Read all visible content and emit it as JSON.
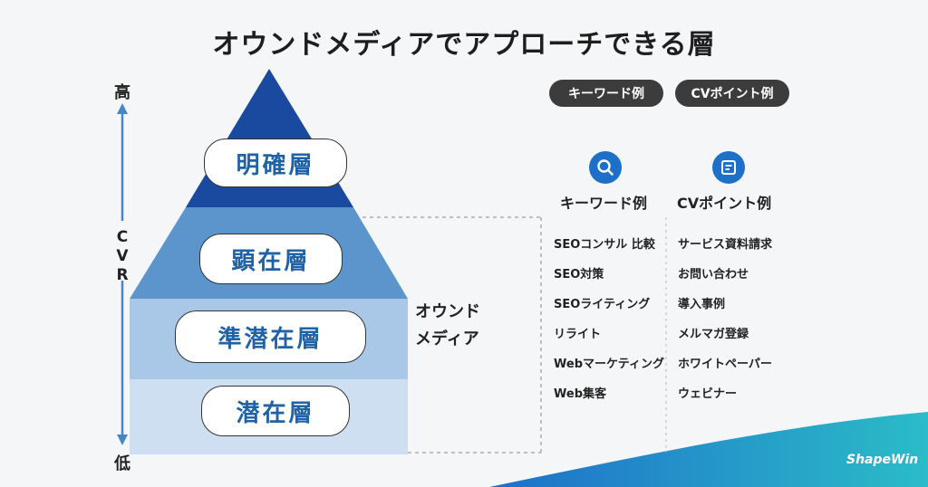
{
  "title": "オウンドメディアでアプローチできる層",
  "legend": {
    "keyword_pill": "キーワード例",
    "cv_pill": "CVポイント例"
  },
  "axis": {
    "top": "高",
    "bottom": "低",
    "label": "CVR"
  },
  "layers": [
    {
      "label": "明確層",
      "color": "#1a4aa0"
    },
    {
      "label": "顕在層",
      "color": "#5c95cc"
    },
    {
      "label": "準潜在層",
      "color": "#a9c7e6"
    },
    {
      "label": "潜在層",
      "color": "#cddff0"
    }
  ],
  "owned_media": {
    "line1": "オウンド",
    "line2": "メディア"
  },
  "columns": [
    {
      "icon": "search-icon",
      "heading": "キーワード例",
      "items": [
        "SEOコンサル 比較",
        "SEO対策",
        "SEOライティング",
        "リライト",
        "Webマーケティング",
        "Web集客"
      ]
    },
    {
      "icon": "document-icon",
      "heading": "CVポイント例",
      "items": [
        "サービス資料請求",
        "お問い合わせ",
        "導入事例",
        "メルマガ登録",
        "ホワイトペーパー",
        "ウェビナー"
      ]
    }
  ],
  "brand": {
    "name": "ShapeWin",
    "accent": "#1d6fc8",
    "wave": "#27b1c9"
  }
}
